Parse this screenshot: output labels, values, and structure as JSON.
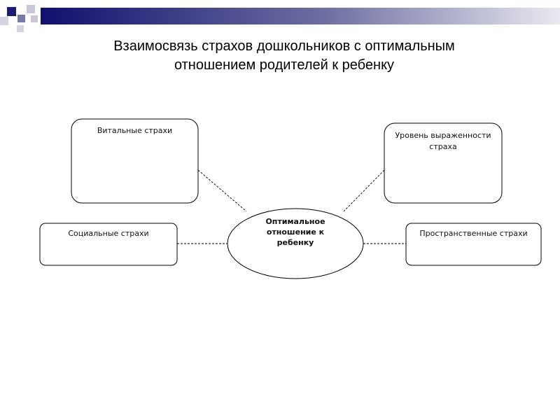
{
  "slide": {
    "title_line1": "Взаимосвязь страхов дошкольников с оптимальным",
    "title_line2": "отношением родителей к ребенку"
  },
  "diagram": {
    "center": {
      "line1": "Оптимальное",
      "line2": "отношение к",
      "line3": "ребенку"
    },
    "boxes": {
      "vital": {
        "label": "Витальные страхи"
      },
      "level": {
        "line1": "Уровень выраженности",
        "line2": "страха"
      },
      "social": {
        "label": "Социальные страхи"
      },
      "spatial": {
        "label": "Пространственные страхи"
      }
    }
  },
  "colors": {
    "header_dark": "#10106e",
    "header_light": "#c9c9d6",
    "square_dark": "#1c1c72",
    "square_mid": "#7a7aa6",
    "square_light": "#c8c8d8",
    "stroke": "#000000"
  }
}
